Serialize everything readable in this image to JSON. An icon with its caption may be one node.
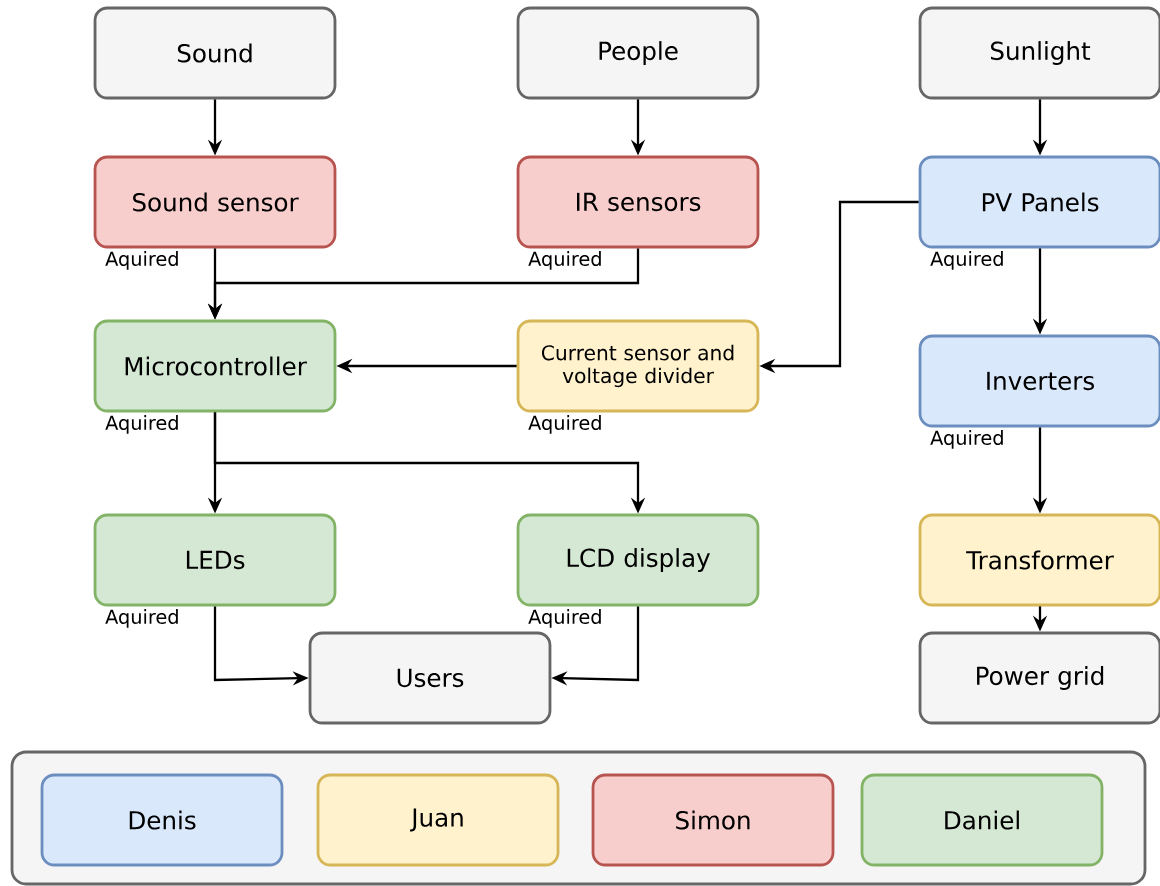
{
  "diagram": {
    "nodes": [
      {
        "text": [
          "Sound"
        ]
      },
      {
        "text": [
          "People"
        ]
      },
      {
        "text": [
          "Sunlight"
        ]
      },
      {
        "text": [
          "Sound sensor"
        ],
        "beside": [
          "Aquired"
        ]
      },
      {
        "text": [
          "IR sensors"
        ],
        "beside": [
          "Aquired"
        ]
      },
      {
        "text": [
          "PV Panels"
        ],
        "beside": [
          "Aquired"
        ]
      },
      {
        "text": [
          "Microcontroller"
        ],
        "beside": [
          "Aquired"
        ]
      },
      {
        "text": [
          "Current sensor and voltage divider"
        ],
        "beside": [
          "Aquired"
        ]
      },
      {
        "text": [
          "Inverters"
        ],
        "beside": [
          "Aquired"
        ]
      },
      {
        "text": [
          "LEDs"
        ],
        "beside": [
          "Aquired"
        ]
      },
      {
        "text": [
          "LCD display"
        ],
        "beside": [
          "Aquired"
        ]
      },
      {
        "text": [
          "Transformer"
        ]
      },
      {
        "text": [
          "Users"
        ]
      },
      {
        "text": [
          "Power grid"
        ]
      }
    ],
    "edges": [
      {
        "from": 0,
        "to": 3,
        "arrow": "to"
      },
      {
        "from": 1,
        "to": 4,
        "arrow": "to"
      },
      {
        "from": 2,
        "to": 5,
        "arrow": "to"
      },
      {
        "from": 3,
        "to": 6,
        "arrow": "to"
      },
      {
        "from": 4,
        "to": 6,
        "arrow": "to"
      },
      {
        "from": 5,
        "to": 7,
        "arrow": "to"
      },
      {
        "from": 7,
        "to": 6,
        "arrow": "to"
      },
      {
        "from": 5,
        "to": 8,
        "arrow": "to"
      },
      {
        "from": 6,
        "to": 9,
        "arrow": "to"
      },
      {
        "from": 6,
        "to": 10,
        "arrow": "to"
      },
      {
        "from": 8,
        "to": 11,
        "arrow": "to"
      },
      {
        "from": 11,
        "to": 13,
        "arrow": "to"
      },
      {
        "from": 9,
        "to": 12,
        "arrow": "to"
      },
      {
        "from": 10,
        "to": 12,
        "arrow": "to"
      }
    ],
    "legend": [
      {
        "text": "Denis",
        "color": "#dae8fc"
      },
      {
        "text": "Juan",
        "color": "#fff2cc"
      },
      {
        "text": "Simon",
        "color": "#f8cecc"
      },
      {
        "text": "Daniel",
        "color": "#d5e8d4"
      }
    ]
  }
}
